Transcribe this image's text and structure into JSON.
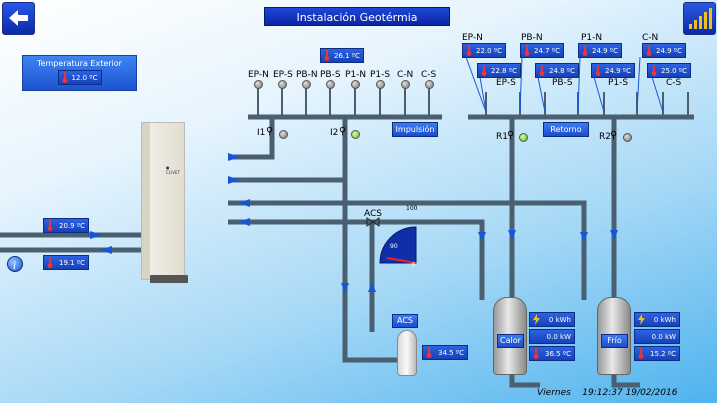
{
  "header": {
    "title": "Instalación Geotérmia"
  },
  "colors": {
    "pipe": "#4a5f70",
    "arrow": "#1856d8",
    "panel": "#1d54d0",
    "led_on": "#5ab92a"
  },
  "outdoor": {
    "label": "Temperatura Exterior",
    "temp": "12.0 ºC"
  },
  "supply": {
    "temp": "26.1 ºC",
    "zones": [
      "EP-N",
      "EP-S",
      "PB-N",
      "PB-S",
      "P1-N",
      "P1-S",
      "C-N",
      "C-S"
    ],
    "pumps": [
      {
        "label": "I1",
        "on": false
      },
      {
        "label": "I2",
        "on": true
      }
    ],
    "button": "Impulsión"
  },
  "return": {
    "button": "Retorno",
    "top_labels": [
      "EP-N",
      "PB-N",
      "P1-N",
      "C-N"
    ],
    "bottom_labels": [
      "EP-S",
      "PB-S",
      "P1-S",
      "C-S"
    ],
    "top_temps": [
      "22.0 ºC",
      "24.7 ºC",
      "24.9 ºC",
      "24.9 ºC"
    ],
    "bottom_temps": [
      "22.8 ºC",
      "24.8 ºC",
      "24.9 ºC",
      "25.0 ºC"
    ],
    "pumps": [
      {
        "label": "R1",
        "on": true
      },
      {
        "label": "R2",
        "on": false
      }
    ]
  },
  "ground": {
    "temp_out": "20.9 ºC",
    "temp_in": "19.1 ºC"
  },
  "acs": {
    "valve_label": "ACS",
    "gauge_value": 90,
    "gauge_max_label": "100",
    "gauge_min_label": "0",
    "tank_label": "ACS",
    "temp": "34.5 ºC"
  },
  "heat_tank": {
    "label": "Calor",
    "energy": "0 kWh",
    "power": "0.0 kW",
    "temp": "36.5 ºC"
  },
  "cold_tank": {
    "label": "Frío",
    "energy": "0 kWh",
    "power": "0.0 kW",
    "temp": "15.2 ºC"
  },
  "footer": {
    "day": "Viernes",
    "time": "19:12:37",
    "date": "19/02/2016"
  },
  "icons": {
    "back": "back-arrow-icon",
    "signal": "signal-bars-icon",
    "info": "info-icon",
    "thermometer": "thermometer-icon",
    "energy": "lightning-icon"
  }
}
